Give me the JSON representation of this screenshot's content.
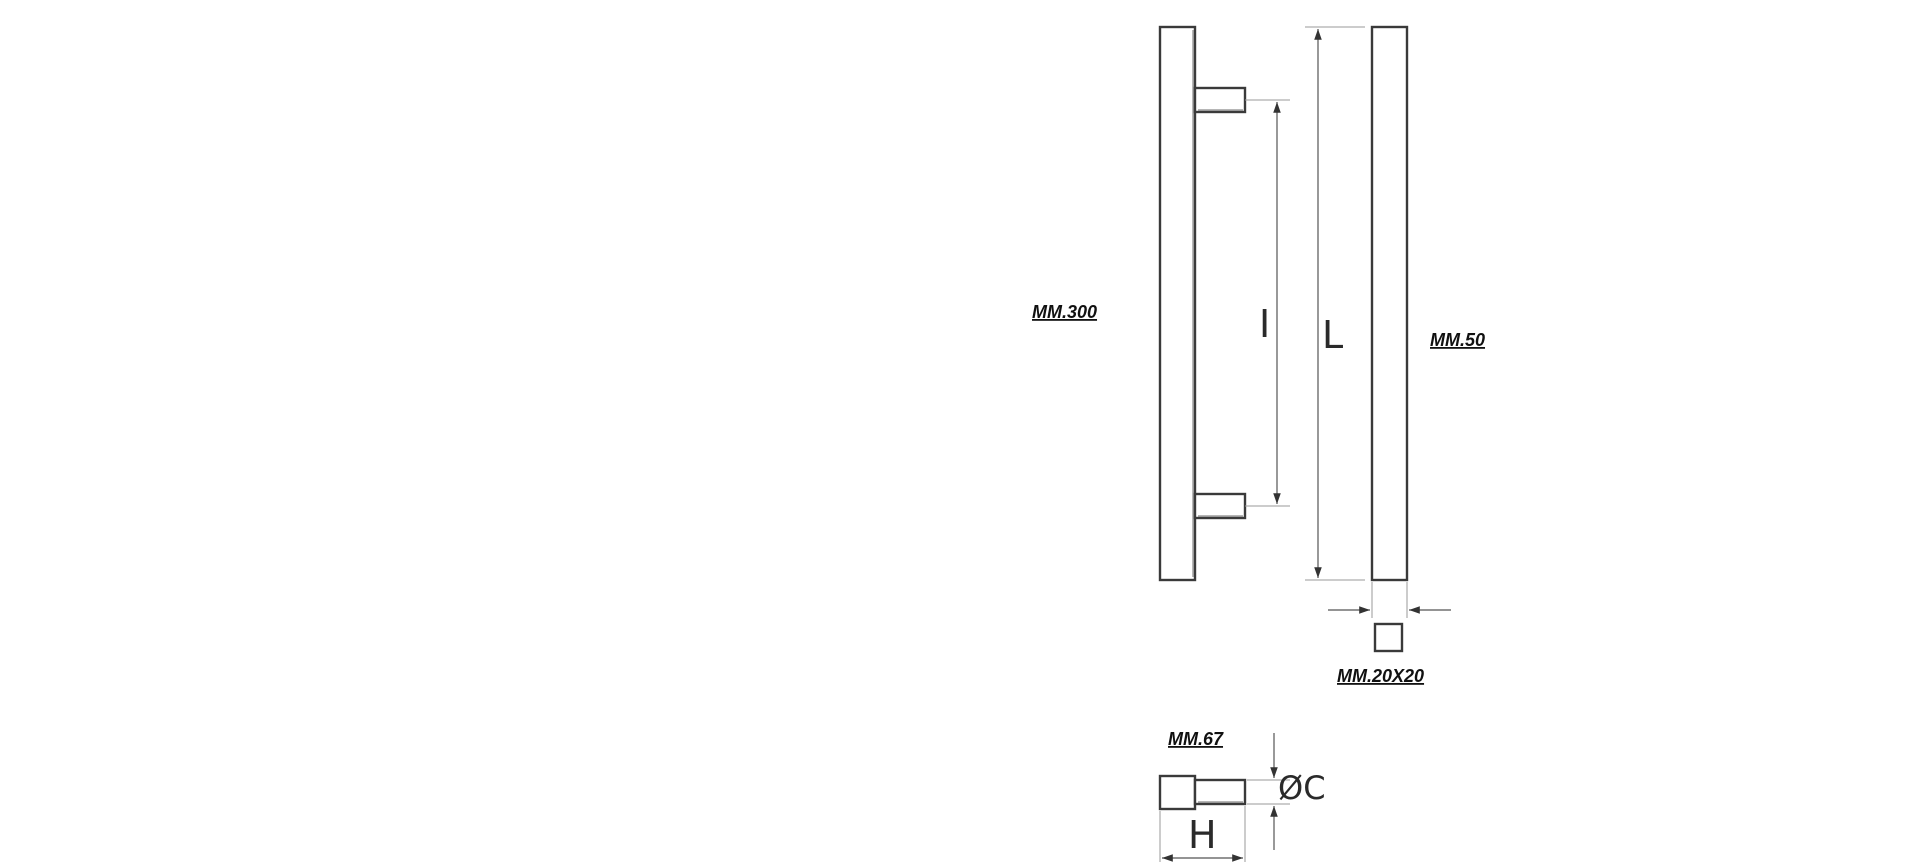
{
  "drawing": {
    "labels": {
      "spacing_mm": "MM.300",
      "height_mm": "MM.50",
      "section_mm": "MM.20X20",
      "length_mm": "MM.67"
    },
    "symbols": {
      "spacing": "I",
      "length": "L",
      "diameter": "ØC",
      "height": "H"
    }
  }
}
